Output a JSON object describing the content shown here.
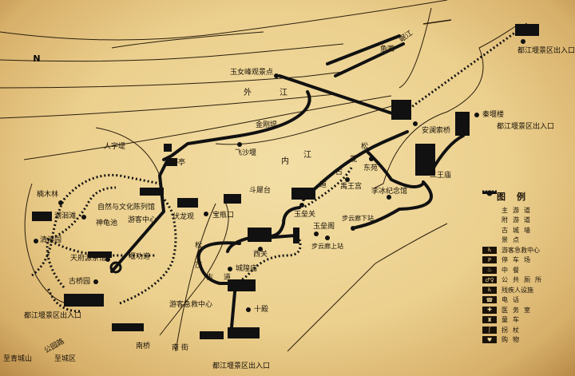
{
  "compass": "N",
  "rivers": {
    "outer": [
      "外",
      "江"
    ],
    "inner": [
      "内",
      "江"
    ],
    "min": "岷江"
  },
  "labels": {
    "yunv": "玉女峰观景点",
    "yuzui": "鱼嘴",
    "jingang": "金刚堤",
    "feisha": "飞沙堰",
    "renzi": "人字堤",
    "chouting": "踌亭",
    "nanmu": "楠木林",
    "museum": "自然与文化陈列馆",
    "fulong": "伏龙观",
    "baoping": "宝瓶口",
    "douxi": "斗犀台",
    "suhui": "溯洄滩",
    "shengui": "神龟池",
    "visitor": "游客中心",
    "qingxi": "清溪园",
    "tianfu": "天府源茶馆",
    "yangong": "堰功道",
    "guqiao": "古桥园",
    "yulei_gate": "玉垒关",
    "yulei_pav": "玉垒阁",
    "buyun_up": "步云廊上站",
    "buyun_down": "步云廊下站",
    "libing": "李冰纪念馆",
    "yuwang": "禹王宫",
    "dongyuan": "东苑",
    "erwang": "二王庙",
    "anlan": "安澜索桥",
    "qinyan": "秦堰楼",
    "xiguan": "西关",
    "chenghuang": "城隍庙",
    "shidian": "十殿",
    "firstaid": "游客急救中心",
    "nanqiao": "南桥",
    "nanjie": "南 街",
    "gongyuan": "公园路",
    "to_qingcheng": "至青城山",
    "to_city": "至城区"
  },
  "entrance": "都江堰景区出入口",
  "ancient_road": [
    "松",
    "茂",
    "古",
    "道"
  ],
  "legend": {
    "title": "图例",
    "items": [
      {
        "symbol": "main-road",
        "label": "主游道"
      },
      {
        "symbol": "side-road",
        "label": "附游道"
      },
      {
        "symbol": "city-wall",
        "label": "古城墙"
      },
      {
        "symbol": "dot",
        "label": "景点"
      },
      {
        "symbol": "first-aid",
        "label": "游客急救中心"
      },
      {
        "symbol": "P",
        "label": "停车场"
      },
      {
        "symbol": "restaurant",
        "label": "中餐"
      },
      {
        "symbol": "toilet",
        "label": "公共厕所"
      },
      {
        "symbol": "wheelchair",
        "label": "残疾人设施"
      },
      {
        "symbol": "phone",
        "label": "电话"
      },
      {
        "symbol": "medical",
        "label": "医务室"
      },
      {
        "symbol": "stroller",
        "label": "童车"
      },
      {
        "symbol": "cane",
        "label": "拐杖"
      },
      {
        "symbol": "shopping",
        "label": "购物"
      }
    ]
  }
}
